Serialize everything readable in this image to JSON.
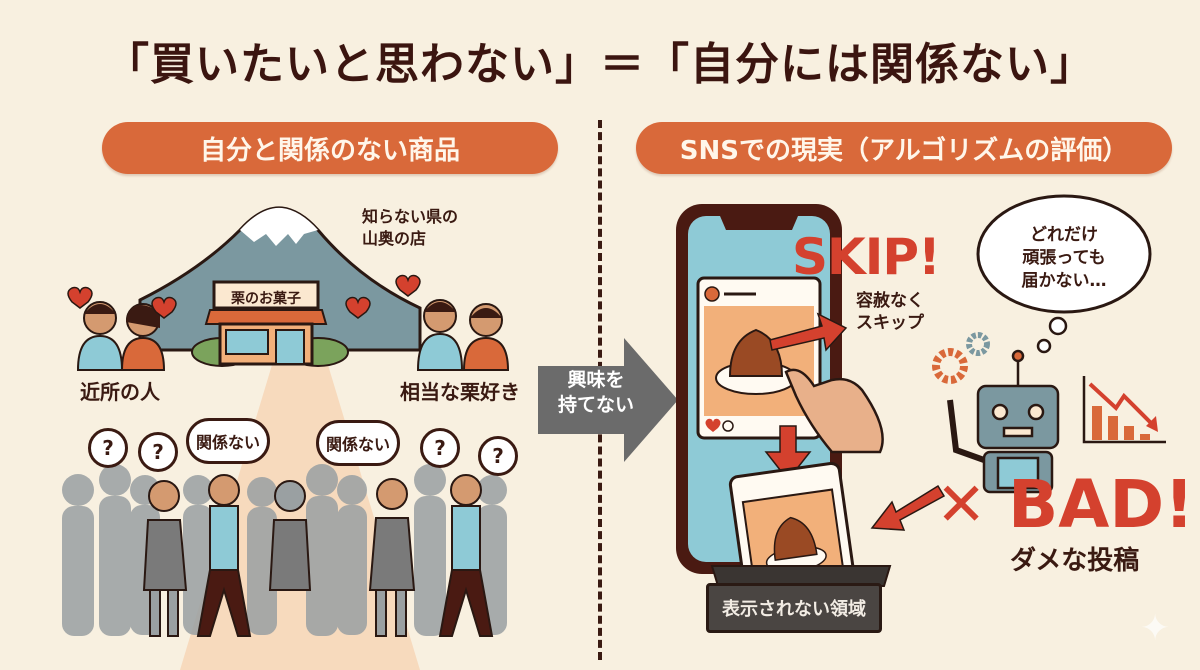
{
  "title": "「買いたいと思わない」＝「自分には関係ない」",
  "left_panel": {
    "header": "自分と関係のない商品",
    "shop_sign": "栗のお菓子",
    "shop_location_label": "知らない県の\n山奥の店",
    "shop_location_line1": "知らない県の",
    "shop_location_line2": "山奥の店",
    "group_left_label": "近所の人",
    "group_right_label": "相当な栗好き",
    "crowd_bubbles": [
      "?",
      "?",
      "関係ない",
      "関係ない",
      "?",
      "?"
    ]
  },
  "center_arrow": {
    "line1": "興味を",
    "line2": "持てない"
  },
  "right_panel": {
    "header": "SNSでの現実（アルゴリズムの評価）",
    "skip_label": "SKIP!",
    "skip_sub_line1": "容赦なく",
    "skip_sub_line2": "スキップ",
    "robot_thought_line1": "どれだけ",
    "robot_thought_line2": "頑張っても",
    "robot_thought_line3": "届かない…",
    "bad_label": "BAD!",
    "bad_mark": "✕",
    "bad_sub": "ダメな投稿",
    "hidden_box_label": "表示されない領域"
  },
  "colors": {
    "background": "#f8f0e0",
    "accent_orange": "#d9693a",
    "alert_red": "#d4412e",
    "dark_brown": "#3a1a12",
    "phone_screen": "#8ecad6",
    "arrow_gray": "#6b6b6b"
  }
}
